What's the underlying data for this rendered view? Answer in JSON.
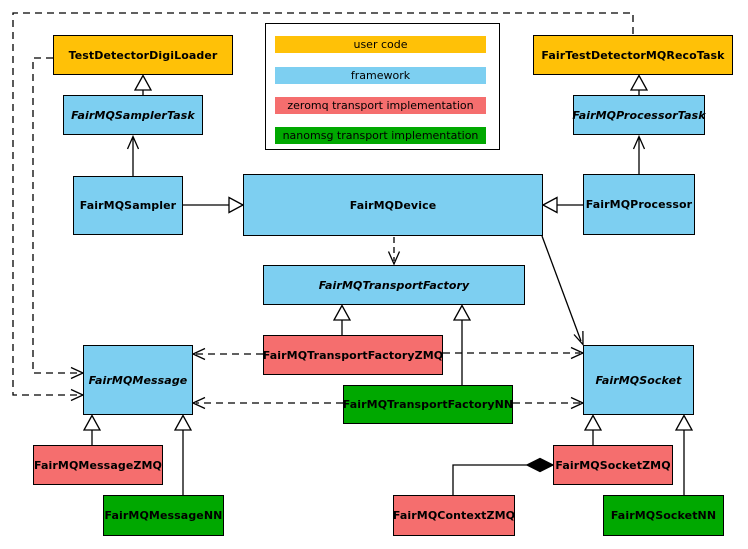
{
  "legend": {
    "items": [
      {
        "id": "user",
        "label": "user code",
        "color": "#FFC107"
      },
      {
        "id": "framework",
        "label": "framework",
        "color": "#7DCFF1"
      },
      {
        "id": "zeromq",
        "label": "zeromq transport implementation",
        "color": "#F56E6E"
      },
      {
        "id": "nanomsg",
        "label": "nanomsg transport implementation",
        "color": "#00A800"
      }
    ]
  },
  "nodes": [
    {
      "id": "tddl",
      "label": "TestDetectorDigiLoader",
      "category": "user",
      "abstract": false
    },
    {
      "id": "sampler_task",
      "label": "FairMQSamplerTask",
      "category": "framework",
      "abstract": true
    },
    {
      "id": "sampler",
      "label": "FairMQSampler",
      "category": "framework",
      "abstract": false
    },
    {
      "id": "device",
      "label": "FairMQDevice",
      "category": "framework",
      "abstract": false
    },
    {
      "id": "reco_task",
      "label": "FairTestDetectorMQRecoTask",
      "category": "user",
      "abstract": false
    },
    {
      "id": "processor_task",
      "label": "FairMQProcessorTask",
      "category": "framework",
      "abstract": true
    },
    {
      "id": "processor",
      "label": "FairMQProcessor",
      "category": "framework",
      "abstract": false
    },
    {
      "id": "transport_factory",
      "label": "FairMQTransportFactory",
      "category": "framework",
      "abstract": true
    },
    {
      "id": "factory_zmq",
      "label": "FairMQTransportFactoryZMQ",
      "category": "zeromq",
      "abstract": false
    },
    {
      "id": "factory_nn",
      "label": "FairMQTransportFactoryNN",
      "category": "nanomsg",
      "abstract": false
    },
    {
      "id": "message",
      "label": "FairMQMessage",
      "category": "framework",
      "abstract": true
    },
    {
      "id": "socket",
      "label": "FairMQSocket",
      "category": "framework",
      "abstract": true
    },
    {
      "id": "message_zmq",
      "label": "FairMQMessageZMQ",
      "category": "zeromq",
      "abstract": false
    },
    {
      "id": "message_nn",
      "label": "FairMQMessageNN",
      "category": "nanomsg",
      "abstract": false
    },
    {
      "id": "context_zmq",
      "label": "FairMQContextZMQ",
      "category": "zeromq",
      "abstract": false
    },
    {
      "id": "socket_zmq",
      "label": "FairMQSocketZMQ",
      "category": "zeromq",
      "abstract": false
    },
    {
      "id": "socket_nn",
      "label": "FairMQSocketNN",
      "category": "nanomsg",
      "abstract": false
    }
  ],
  "edges": [
    {
      "from": "sampler_task",
      "to": "tddl",
      "style": "solid",
      "head": "hollow-triangle"
    },
    {
      "from": "sampler",
      "to": "sampler_task",
      "style": "solid",
      "head": "open-arrow"
    },
    {
      "from": "sampler",
      "to": "device",
      "style": "solid",
      "head": "hollow-triangle"
    },
    {
      "from": "processor",
      "to": "device",
      "style": "solid",
      "head": "hollow-triangle"
    },
    {
      "from": "processor",
      "to": "processor_task",
      "style": "solid",
      "head": "open-arrow"
    },
    {
      "from": "processor_task",
      "to": "reco_task",
      "style": "solid",
      "head": "hollow-triangle"
    },
    {
      "from": "device",
      "to": "transport_factory",
      "style": "dashed",
      "head": "open-arrow"
    },
    {
      "from": "device",
      "to": "socket",
      "style": "solid",
      "head": "open-arrow"
    },
    {
      "from": "factory_zmq",
      "to": "transport_factory",
      "style": "solid",
      "head": "hollow-triangle"
    },
    {
      "from": "factory_nn",
      "to": "transport_factory",
      "style": "solid",
      "head": "hollow-triangle"
    },
    {
      "from": "factory_zmq",
      "to": "message",
      "style": "dashed",
      "head": "open-arrow"
    },
    {
      "from": "factory_zmq",
      "to": "socket",
      "style": "dashed",
      "head": "open-arrow"
    },
    {
      "from": "factory_nn",
      "to": "message",
      "style": "dashed",
      "head": "open-arrow"
    },
    {
      "from": "factory_nn",
      "to": "socket",
      "style": "dashed",
      "head": "open-arrow"
    },
    {
      "from": "tddl",
      "to": "message",
      "style": "dashed",
      "head": "open-arrow"
    },
    {
      "from": "reco_task",
      "to": "message",
      "style": "dashed",
      "head": "open-arrow"
    },
    {
      "from": "message_zmq",
      "to": "message",
      "style": "solid",
      "head": "hollow-triangle"
    },
    {
      "from": "message_nn",
      "to": "message",
      "style": "solid",
      "head": "hollow-triangle"
    },
    {
      "from": "socket_zmq",
      "to": "socket",
      "style": "solid",
      "head": "hollow-triangle"
    },
    {
      "from": "socket_nn",
      "to": "socket",
      "style": "solid",
      "head": "hollow-triangle"
    },
    {
      "from": "context_zmq",
      "to": "socket_zmq",
      "style": "solid",
      "head": "filled-diamond"
    }
  ]
}
